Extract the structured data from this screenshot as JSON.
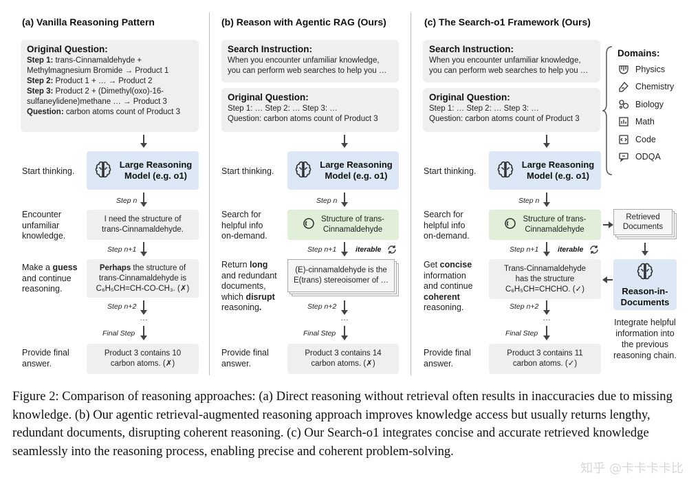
{
  "columns": [
    {
      "title": "(a) Vanilla Reasoning Pattern",
      "question_box": {
        "heading": "Original Question:",
        "lines": [
          {
            "bold": "Step 1:",
            "text": " trans-Cinnamaldehyde +"
          },
          {
            "bold": "",
            "text": "Methylmagnesium Bromide → Product 1"
          },
          {
            "bold": "Step 2:",
            "text": " Product 1 + … → Product 2"
          },
          {
            "bold": "Step 3:",
            "text": " Product 2 + (Dimethyl(oxo)-16-"
          },
          {
            "bold": "",
            "text": "sulfaneylidene)methane … → Product 3"
          },
          {
            "bold": "Question:",
            "text": " carbon atoms count of Product 3"
          }
        ]
      },
      "start_label": "Start thinking.",
      "lrm": {
        "line1": "Large Reasoning",
        "line2": "Model (e.g. o1)"
      },
      "step_n": "Step n",
      "row2_label": [
        "Encounter",
        "unfamiliar",
        "knowledge."
      ],
      "row2_box": [
        "I need the structure of",
        "trans-Cinnamaldehyde."
      ],
      "step_n1": "Step n+1",
      "row3_label": {
        "p1": "Make a ",
        "b1": "guess",
        "p2": "and continue",
        "p3": "reasoning."
      },
      "row3_box": {
        "b": "Perhaps",
        "l1": " the structure of",
        "l2": "trans-Cinnamaldehyde is",
        "l3": "C₆H₅CH=CH-CO-CH₃. (✗)"
      },
      "step_n2": "Step n+2",
      "dots": "…",
      "final_step": "Final Step",
      "final_label": [
        "Provide final",
        "answer."
      ],
      "final_box": [
        "Product 3 contains 10",
        "carbon atoms. (✗)"
      ]
    },
    {
      "title": "(b) Reason with Agentic RAG (Ours)",
      "instr_box": {
        "heading": "Search Instruction:",
        "l1": "When you encounter unfamiliar knowledge,",
        "l2": "you can perform web searches to help you …"
      },
      "question_box": {
        "heading": "Original Question:",
        "l1": "Step 1: … Step 2: … Step 3: …",
        "l2": "Question: carbon atoms count of Product 3"
      },
      "start_label": "Start thinking.",
      "lrm": {
        "line1": "Large Reasoning",
        "line2": "Model (e.g. o1)"
      },
      "step_n": "Step n",
      "row2_label": [
        "Search for",
        "helpful info",
        "on-demand."
      ],
      "row2_box": [
        "Structure of trans-",
        "Cinnamaldehyde"
      ],
      "step_n1": "Step n+1",
      "iterable": "iterable",
      "row3_label": {
        "p1": "Return ",
        "b1": "long",
        "p2": "and redundant",
        "p3": "documents,",
        "p4": "which ",
        "b2": "disrupt",
        "p5": "reasoning",
        "b3": "."
      },
      "row3_doc": [
        "(E)-cinnamaldehyde is the",
        "E(trans) stereoisomer of …"
      ],
      "step_n2": "Step n+2",
      "dots": "…",
      "final_step": "Final Step",
      "final_label": [
        "Provide final",
        "answer."
      ],
      "final_box": [
        "Product 3 contains 14",
        "carbon atoms. (✗)"
      ]
    },
    {
      "title": "(c) The Search-o1 Framework (Ours)",
      "instr_box": {
        "heading": "Search Instruction:",
        "l1": "When you encounter unfamiliar knowledge,",
        "l2": "you can perform web searches to help you …"
      },
      "question_box": {
        "heading": "Original Question:",
        "l1": "Step 1: … Step 2: … Step 3: …",
        "l2": "Question: carbon atoms count of Product 3"
      },
      "start_label": "Start thinking.",
      "lrm": {
        "line1": "Large Reasoning",
        "line2": "Model (e.g. o1)"
      },
      "step_n": "Step n",
      "row2_label": [
        "Search for",
        "helpful info",
        "on-demand."
      ],
      "row2_box": [
        "Structure of trans-",
        "Cinnamaldehyde"
      ],
      "retrieved": [
        "Retrieved",
        "Documents"
      ],
      "step_n1": "Step n+1",
      "iterable": "iterable",
      "row3_label": {
        "p1": "Get ",
        "b1": "concise",
        "p2": "information",
        "p3": "and continue",
        "b2": "coherent",
        "p4": "reasoning."
      },
      "row3_box": {
        "l1": "Trans-Cinnamaldehyde",
        "l2": "has the structure",
        "l3": "C₆H₅CH=CHCHO. (✓)"
      },
      "rid": {
        "line1": "Reason-in-",
        "line2": "Documents"
      },
      "rid_note": [
        "Integrate helpful",
        "information into",
        "the previous",
        "reasoning chain."
      ],
      "step_n2": "Step n+2",
      "dots": "…",
      "final_step": "Final Step",
      "final_label": [
        "Provide final",
        "answer."
      ],
      "final_box": [
        "Product 3 contains 11",
        "carbon atoms. (✓)"
      ]
    }
  ],
  "domains": {
    "heading": "Domains:",
    "items": [
      {
        "label": "Physics",
        "icon": "physics-icon"
      },
      {
        "label": "Chemistry",
        "icon": "chemistry-icon"
      },
      {
        "label": "Biology",
        "icon": "biology-icon"
      },
      {
        "label": "Math",
        "icon": "math-icon"
      },
      {
        "label": "Code",
        "icon": "code-icon"
      },
      {
        "label": "ODQA",
        "icon": "odqa-icon"
      }
    ]
  },
  "caption": "Figure 2: Comparison of reasoning approaches: (a) Direct reasoning without retrieval often results in inaccuracies due to missing knowledge. (b) Our agentic retrieval-augmented reasoning approach improves knowledge access but usually returns lengthy, redundant documents, disrupting coherent reasoning. (c) Our Search-o1 integrates concise and accurate retrieved knowledge seamlessly into the reasoning process, enabling precise and coherent problem-solving.",
  "watermark": "知乎 @卡卡卡卡比"
}
